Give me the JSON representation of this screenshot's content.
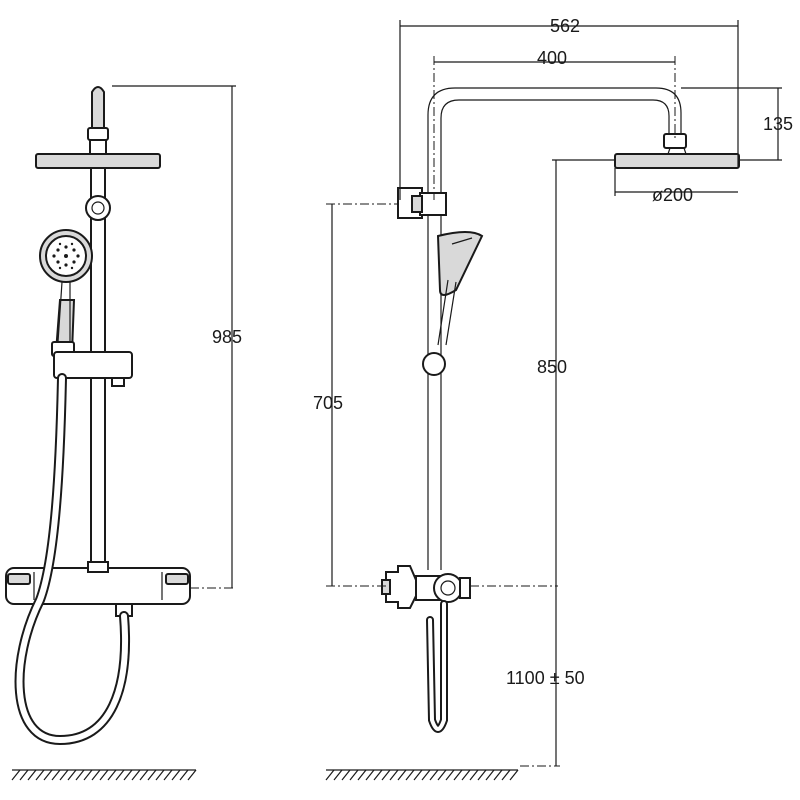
{
  "dimensions": {
    "total_height_front": "985",
    "overall_width": "562",
    "arm_reach": "400",
    "arm_drop": "135",
    "head_diameter": "ø200",
    "slide_to_mixer": "705",
    "head_to_mixer": "850",
    "mixer_height": "1100 ± 50"
  }
}
